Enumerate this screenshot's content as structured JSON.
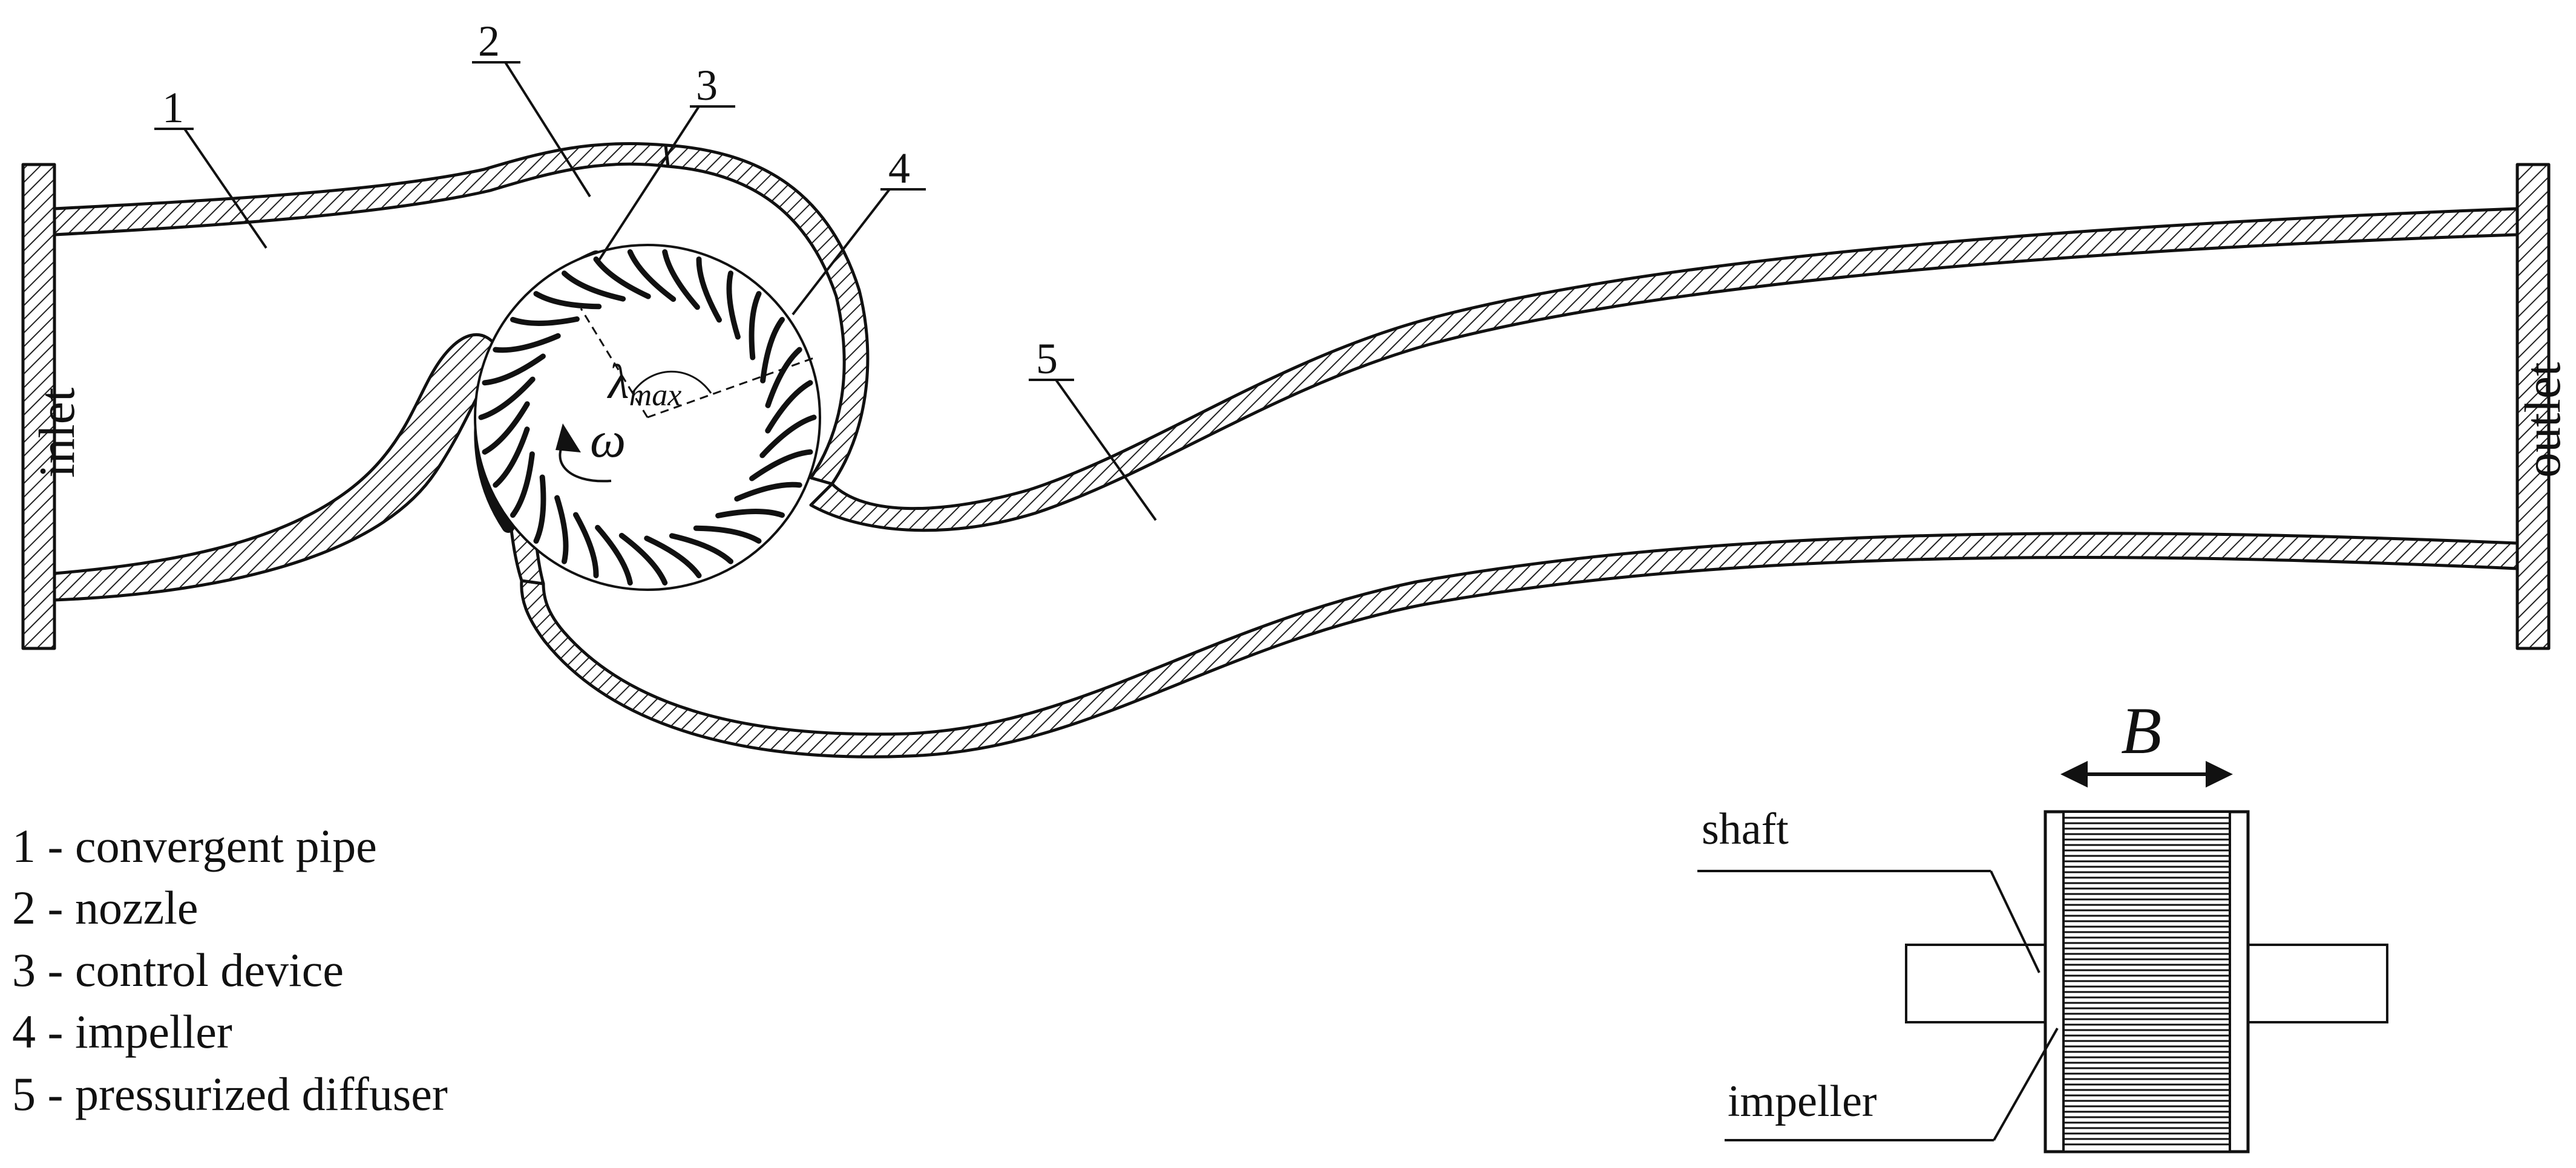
{
  "labels": {
    "n1": "1",
    "n2": "2",
    "n3": "3",
    "n4": "4",
    "n5": "5",
    "inlet": "inlet",
    "outlet": "outlet",
    "omega": "ω",
    "lambda_main": "λ",
    "lambda_sub": "max",
    "B": "B",
    "shaft": "shaft",
    "impeller": "impeller"
  },
  "legend": [
    "1 - convergent pipe",
    "2 - nozzle",
    "3 - control device",
    "4 - impeller",
    "5 - pressurized diffuser"
  ],
  "impeller": {
    "blade_count": 30
  }
}
